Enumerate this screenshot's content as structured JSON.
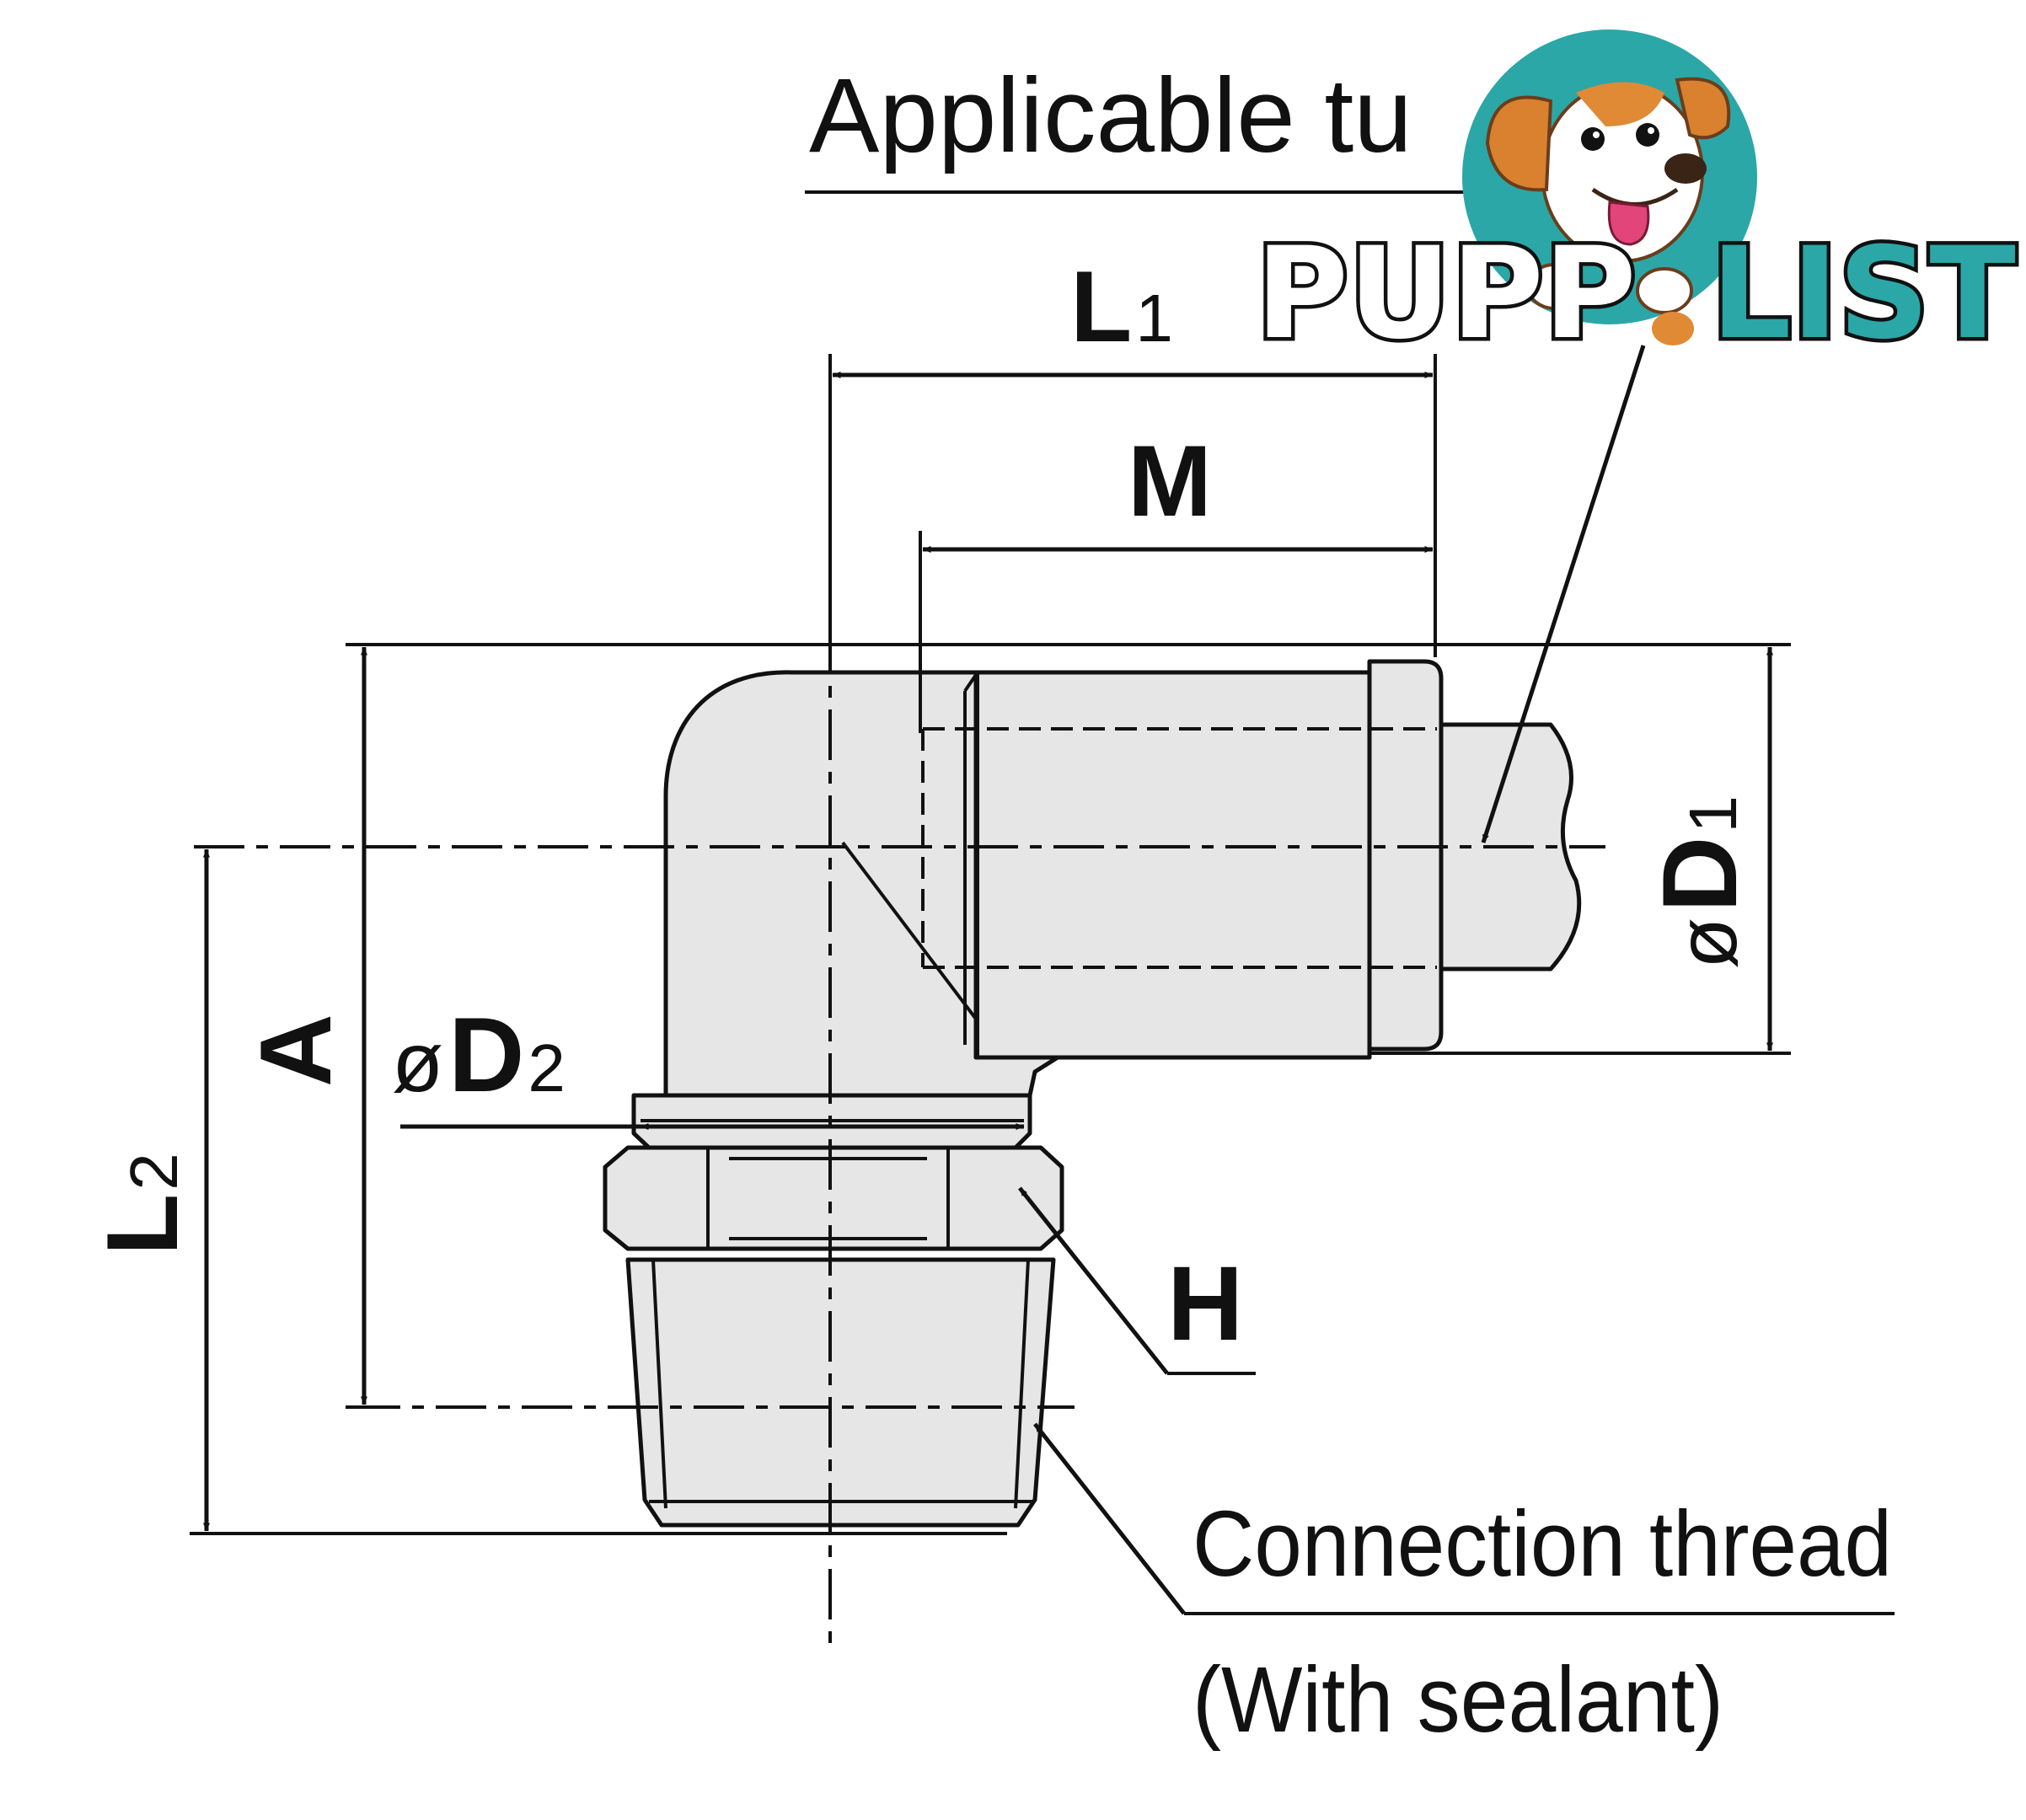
{
  "labels": {
    "applicable_tube": "Applicable tu",
    "l1_main": "L",
    "l1_sub": "1",
    "m": "M",
    "d1_prefix": "ø",
    "d1_main": "D",
    "d1_sub": "1",
    "d2_prefix": "ø",
    "d2_main": "D",
    "d2_sub": "2",
    "a": "A",
    "l2_main": "L",
    "l2_sub": "2",
    "h": "H",
    "connection_thread": "Connection thread",
    "with_sealant": "(With sealant)"
  },
  "watermark": {
    "text_left": "PUPP",
    "text_right": "LIST",
    "accent_color": "#2ba7a7",
    "dark_color": "#111111",
    "icon": "puppy-logo"
  },
  "colors": {
    "part_fill": "#e6e6e6",
    "line": "#111111"
  }
}
